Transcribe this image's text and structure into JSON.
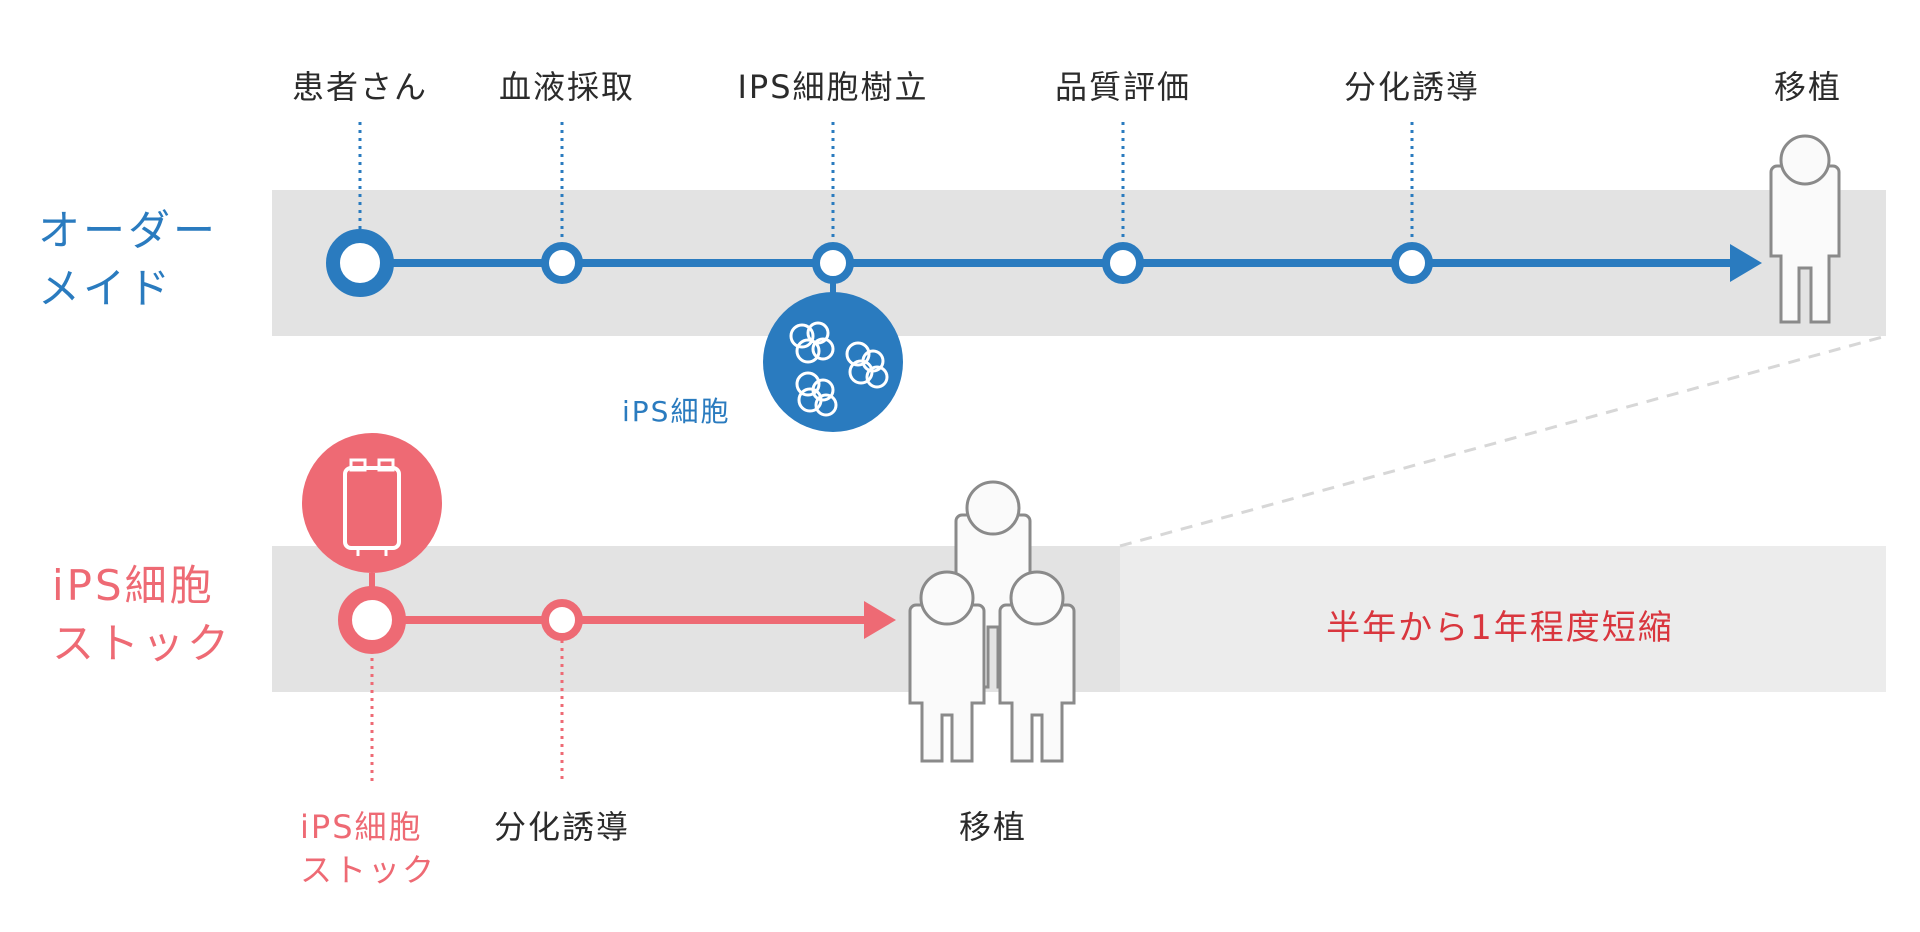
{
  "colors": {
    "blue": "#2a7bbf",
    "red": "#ee6a74",
    "band": "#e3e3e3",
    "band_light": "#ececec",
    "person_fill": "#fafafa",
    "person_stroke": "#8a8a8a",
    "result_text": "#d9363e"
  },
  "order_made": {
    "title_line1": "オーダー",
    "title_line2": "メイド",
    "steps": [
      "患者さん",
      "血液採取",
      "IPS細胞樹立",
      "品質評価",
      "分化誘導",
      "移植"
    ],
    "cell_label": "iPS細胞",
    "cell_icon": "cell-cluster-icon",
    "end_icon": "person-icon"
  },
  "stock": {
    "title_line1": "iPS細胞",
    "title_line2": "ストック",
    "icon": "storage-tank-icon",
    "label_line1": "iPS細胞",
    "label_line2": "ストック",
    "step2": "分化誘導",
    "transplant": "移植",
    "end_icon": "people-group-icon"
  },
  "result": "半年から1年程度短縮"
}
